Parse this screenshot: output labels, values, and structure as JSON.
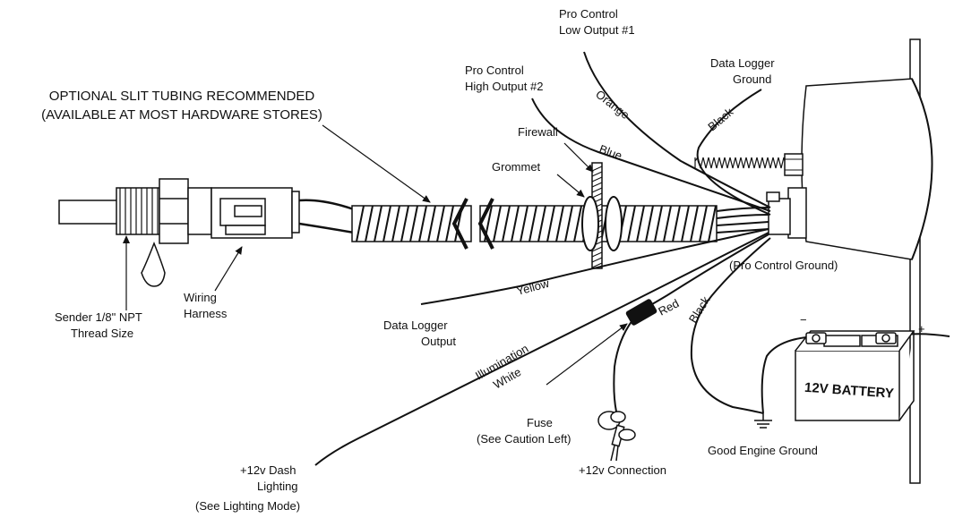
{
  "labels": {
    "tubing_line1": "OPTIONAL SLIT TUBING RECOMMENDED",
    "tubing_line2": "(AVAILABLE AT MOST HARDWARE STORES)",
    "pro_low_1": "Pro Control",
    "pro_low_2": "Low Output #1",
    "pro_high_1": "Pro Control",
    "pro_high_2": "High Output #2",
    "dl_ground_1": "Data Logger",
    "dl_ground_2": "Ground",
    "firewall": "Firewall",
    "grommet": "Grommet",
    "sender_1": "Sender 1/8\" NPT",
    "sender_2": "Thread Size",
    "harness_1": "Wiring",
    "harness_2": "Harness",
    "dl_output_1": "Data Logger",
    "dl_output_2": "Output",
    "pro_ground": "(Pro Control Ground)",
    "fuse_1": "Fuse",
    "fuse_2": "(See Caution Left)",
    "dash_1": "+12v Dash",
    "dash_2": "Lighting",
    "dash_3": "(See Lighting Mode)",
    "connection": "+12v Connection",
    "engine_ground": "Good Engine Ground",
    "battery": "12V BATTERY",
    "minus": "−",
    "plus": "+"
  },
  "wires": {
    "orange": "Orange",
    "black_top": "Black",
    "blue": "Blue",
    "yellow": "Yellow",
    "red": "Red",
    "black_bottom": "Black",
    "illumination": "Illumination",
    "white": "White"
  }
}
